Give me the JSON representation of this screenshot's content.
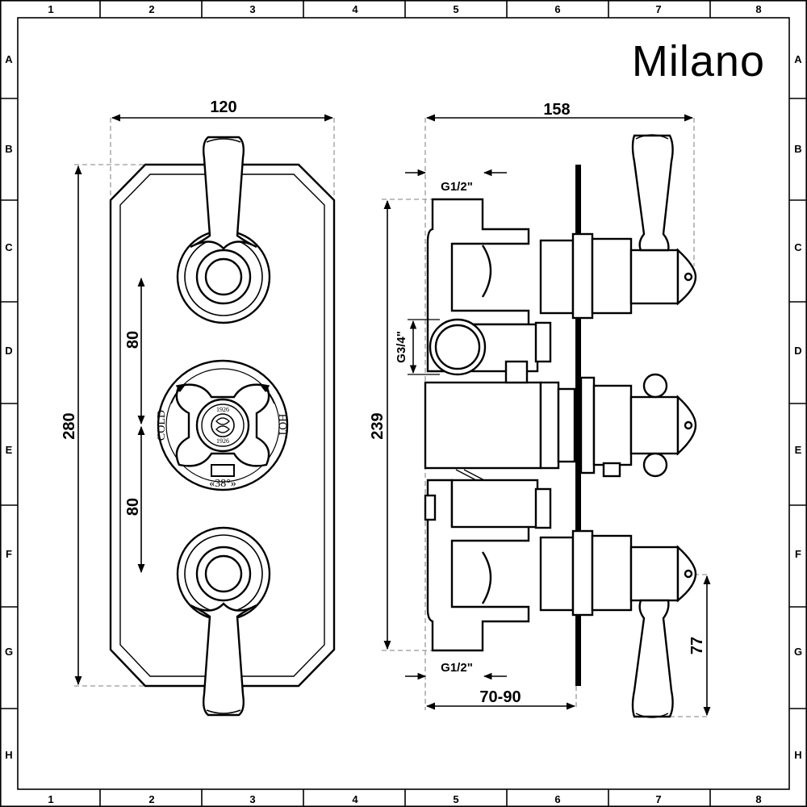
{
  "brand": "Milano",
  "grid": {
    "columns": [
      "1",
      "2",
      "3",
      "4",
      "5",
      "6",
      "7",
      "8"
    ],
    "rows": [
      "A",
      "B",
      "C",
      "D",
      "E",
      "F",
      "G",
      "H"
    ]
  },
  "front_view": {
    "width_dim": "120",
    "height_dim": "280",
    "spacing_top": "80",
    "spacing_bottom": "80",
    "dial": {
      "cold_label": "COLD",
      "hot_label": "HOT",
      "temp_label": "«38°»",
      "center_top": "1926",
      "center_bottom": "1926"
    }
  },
  "side_view": {
    "depth_dim": "158",
    "inlet_top": "G1/2\"",
    "inlet_bottom": "G1/2\"",
    "outlet": "G3/4\"",
    "height_dim": "239",
    "wall_depth": "70-90",
    "lever_offset": "77"
  }
}
